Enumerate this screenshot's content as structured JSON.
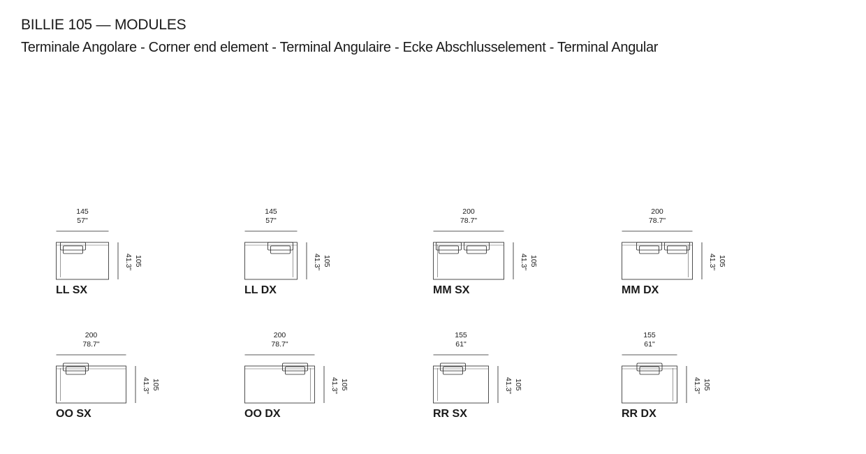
{
  "header": {
    "title": "BILLIE 105 — MODULES",
    "subtitle": "Terminale Angolare - Corner end element - Terminal Angulaire - Ecke Abschlusselement - Terminal Angular"
  },
  "modules": [
    {
      "code": "LL SX",
      "width_cm": "145",
      "width_in": "57\"",
      "depth_cm": "105",
      "depth_in": "41.3\""
    },
    {
      "code": "LL DX",
      "width_cm": "145",
      "width_in": "57\"",
      "depth_cm": "105",
      "depth_in": "41.3\""
    },
    {
      "code": "MM SX",
      "width_cm": "200",
      "width_in": "78.7\"",
      "depth_cm": "105",
      "depth_in": "41.3\""
    },
    {
      "code": "MM DX",
      "width_cm": "200",
      "width_in": "78.7\"",
      "depth_cm": "105",
      "depth_in": "41.3\""
    },
    {
      "code": "OO SX",
      "width_cm": "200",
      "width_in": "78.7\"",
      "depth_cm": "105",
      "depth_in": "41.3\""
    },
    {
      "code": "OO DX",
      "width_cm": "200",
      "width_in": "78.7\"",
      "depth_cm": "105",
      "depth_in": "41.3\""
    },
    {
      "code": "RR SX",
      "width_cm": "155",
      "width_in": "61\"",
      "depth_cm": "105",
      "depth_in": "41.3\""
    },
    {
      "code": "RR DX",
      "width_cm": "155",
      "width_in": "61\"",
      "depth_cm": "105",
      "depth_in": "41.3\""
    }
  ]
}
